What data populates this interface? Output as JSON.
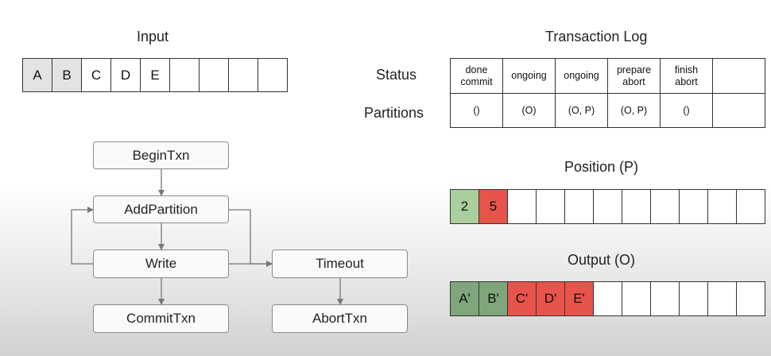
{
  "input": {
    "title": "Input",
    "cells": [
      "A",
      "B",
      "C",
      "D",
      "E",
      "",
      "",
      "",
      ""
    ]
  },
  "flow": {
    "nodes": {
      "begin": "BeginTxn",
      "add_partition": "AddPartition",
      "write": "Write",
      "commit": "CommitTxn",
      "timeout": "Timeout",
      "abort": "AbortTxn"
    }
  },
  "transaction_log": {
    "title": "Transaction Log",
    "status_label": "Status",
    "partitions_label": "Partitions",
    "columns": [
      {
        "status": [
          "done",
          "commit"
        ],
        "partitions": "()"
      },
      {
        "status": [
          "ongoing"
        ],
        "partitions": "(O)"
      },
      {
        "status": [
          "ongoing"
        ],
        "partitions": "(O, P)"
      },
      {
        "status": [
          "prepare",
          "abort"
        ],
        "partitions": "(O, P)"
      },
      {
        "status": [
          "finish",
          "abort"
        ],
        "partitions": "()"
      },
      {
        "status": [
          ""
        ],
        "partitions": ""
      }
    ]
  },
  "position": {
    "title": "Position (P)",
    "cells": [
      {
        "label": "2",
        "state": "committed"
      },
      {
        "label": "5",
        "state": "aborted"
      },
      {
        "label": "",
        "state": "empty"
      },
      {
        "label": "",
        "state": "empty"
      },
      {
        "label": "",
        "state": "empty"
      },
      {
        "label": "",
        "state": "empty"
      },
      {
        "label": "",
        "state": "empty"
      },
      {
        "label": "",
        "state": "empty"
      },
      {
        "label": "",
        "state": "empty"
      },
      {
        "label": "",
        "state": "empty"
      },
      {
        "label": "",
        "state": "empty"
      }
    ]
  },
  "output": {
    "title": "Output (O)",
    "cells": [
      {
        "label": "A'",
        "state": "committed"
      },
      {
        "label": "B'",
        "state": "committed"
      },
      {
        "label": "C'",
        "state": "aborted"
      },
      {
        "label": "D'",
        "state": "aborted"
      },
      {
        "label": "E'",
        "state": "aborted"
      },
      {
        "label": "",
        "state": "empty"
      },
      {
        "label": "",
        "state": "empty"
      },
      {
        "label": "",
        "state": "empty"
      },
      {
        "label": "",
        "state": "empty"
      },
      {
        "label": "",
        "state": "empty"
      },
      {
        "label": "",
        "state": "empty"
      }
    ]
  },
  "colors": {
    "input_highlight": "#e3e3e3",
    "committed_position": "#a9cf9c",
    "committed_output": "#7fa67b",
    "aborted": "#e8534c",
    "arrow": "#777777"
  }
}
